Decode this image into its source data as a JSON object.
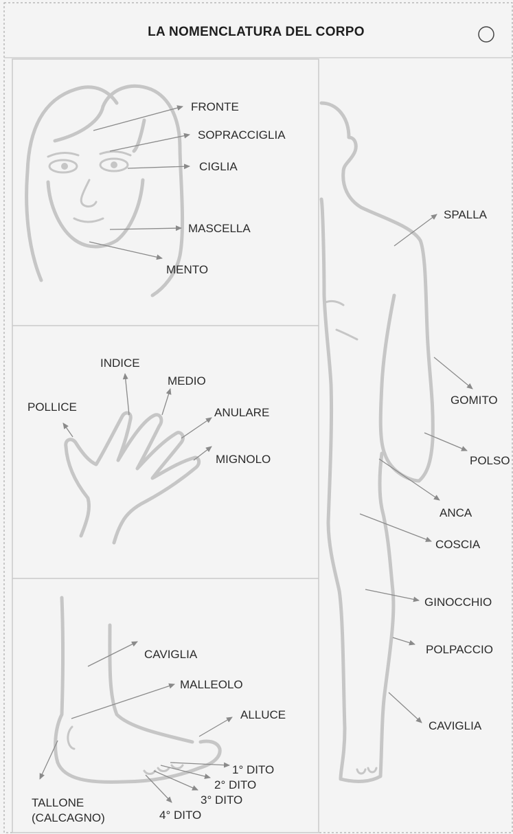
{
  "title": "LA NOMENCLATURA DEL CORPO",
  "face_labels": {
    "fronte": "FRONTE",
    "sopracciglia": "SOPRACCIGLIA",
    "ciglia": "CIGLIA",
    "mascella": "MASCELLA",
    "mento": "MENTO"
  },
  "hand_labels": {
    "indice": "INDICE",
    "medio": "MEDIO",
    "pollice": "POLLICE",
    "anulare": "ANULARE",
    "mignolo": "MIGNOLO"
  },
  "foot_labels": {
    "caviglia": "CAVIGLIA",
    "malleolo": "MALLEOLO",
    "alluce": "ALLUCE",
    "dito1": "1° DITO",
    "dito2": "2° DITO",
    "dito3": "3° DITO",
    "dito4": "4° DITO",
    "tallone": "TALLONE",
    "calcagno": "(CALCAGNO)"
  },
  "body_labels": {
    "spalla": "SPALLA",
    "gomito": "GOMITO",
    "polso": "POLSO",
    "anca": "ANCA",
    "coscia": "COSCIA",
    "ginocchio": "GINOCCHIO",
    "polpaccio": "POLPACCIO",
    "caviglia": "CAVIGLIA"
  },
  "colors": {
    "background": "#f4f4f4",
    "outline": "#c6c6c6",
    "arrow": "#8a8a8a",
    "text": "#2b2b2b"
  }
}
